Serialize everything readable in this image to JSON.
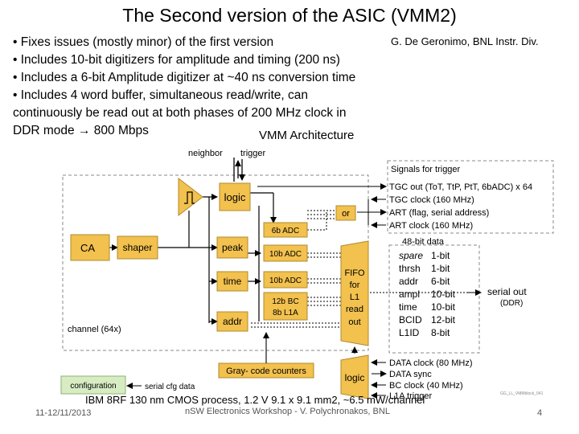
{
  "title": "The Second version of the ASIC (VMM2)",
  "author": "G. De Geronimo, BNL Instr. Div.",
  "bullets": [
    "• Fixes issues (mostly minor) of the first version",
    "• Includes 10-bit digitizers for amplitude and timing (200 ns)",
    "• Includes a 6-bit Amplitude digitizer  at ~40 ns conversion time",
    "• Includes  4 word buffer, simultaneous read/write, can",
    "continuously be read out at both phases of 200 MHz clock in",
    "DDR mode → 800 Mbps"
  ],
  "architecture": {
    "title": "VMM Architecture",
    "neighbor": "neighbor",
    "trigger": "trigger",
    "logic": "logic",
    "adc6": "6b ADC",
    "ca": "CA",
    "shaper": "shaper",
    "peak": "peak",
    "adc10a": "10b ADC",
    "time": "time",
    "adc10b": "10b ADC",
    "bc1": "12b BC",
    "bc2": "8b L1A",
    "addr": "addr",
    "or": "or",
    "fifo": [
      "FIFO",
      "for",
      "L1",
      "read",
      "out"
    ],
    "channel": "channel (64x)",
    "gray": "Gray- code  counters",
    "logic2": "logic",
    "configuration": "configuration",
    "serial_cfg": "serial cfg data",
    "signals_title": "Signals for trigger",
    "signals": [
      "TGC out (ToT, TtP, PtT, 6bADC) x 64",
      "TGC clock (160 MHz)",
      "ART (flag, serial address)",
      "ART clock (160 MHz)"
    ],
    "data48": "48-bit data",
    "fields": [
      {
        "name": "spare",
        "bits": "1-bit"
      },
      {
        "name": "thrsh",
        "bits": "1-bit"
      },
      {
        "name": "addr",
        "bits": "6-bit"
      },
      {
        "name": "ampl",
        "bits": "10-bit"
      },
      {
        "name": "time",
        "bits": "10-bit"
      },
      {
        "name": "BCID",
        "bits": "12-bit"
      },
      {
        "name": "L1ID",
        "bits": "8-bit"
      }
    ],
    "serial_out": "serial out",
    "ddr": "(DDR)",
    "clocks": [
      "DATA clock (80 MHz)",
      "DATA sync",
      "BC clock (40 MHz)",
      "L1A trigger"
    ],
    "ref": "GG_LL_VMMblock_041"
  },
  "footer": {
    "tech": "IBM 8RF 130 nm CMOS process, 1.2 V 9.1 x 9.1 mm2, ~6.5 mW/channel",
    "date": "11-12/11/2013",
    "workshop": "nSW Electronics Workshop - V. Polychronakos, BNL",
    "page": "4"
  },
  "colors": {
    "block_fill": "#f2c14e",
    "config_fill": "#d7ecc3",
    "dash": "#888888"
  }
}
